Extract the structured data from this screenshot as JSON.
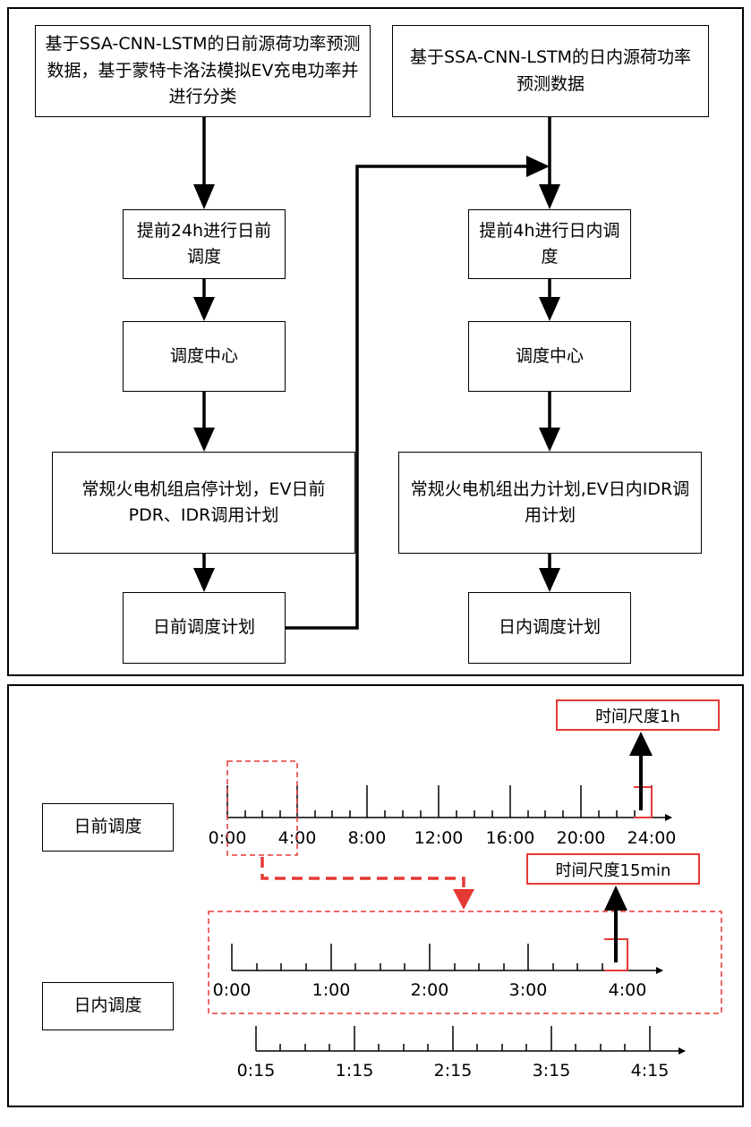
{
  "flowchart": {
    "day_ahead": {
      "input": "基于SSA-CNN-LSTM的日前源荷功率预测数据，基于蒙特卡洛法模拟EV充电功率并进行分类",
      "schedule_24h": "提前24h进行日前调度",
      "center": "调度中心",
      "plan_detail": "常规火电机组启停计划，EV日前PDR、IDR调用计划",
      "plan": "日前调度计划"
    },
    "intraday": {
      "input": "基于SSA-CNN-LSTM的日内源荷功率预测数据",
      "schedule_4h": "提前4h进行日内调度",
      "center": "调度中心",
      "plan_detail": "常规火电机组出力计划,EV日内IDR调用计划",
      "plan": "日内调度计划"
    }
  },
  "timeline": {
    "day_ahead_label": "日前调度",
    "intraday_label": "日内调度",
    "scale_1h": "时间尺度1h",
    "scale_15min": "时间尺度15min",
    "day_ahead_ticks": [
      "0:00",
      "4:00",
      "8:00",
      "12:00",
      "16:00",
      "20:00",
      "24:00"
    ],
    "intraday_ticks_a": [
      "0:00",
      "1:00",
      "2:00",
      "3:00",
      "4:00"
    ],
    "intraday_ticks_b": [
      "0:15",
      "1:15",
      "2:15",
      "3:15",
      "4:15"
    ]
  },
  "colors": {
    "line": "#000000",
    "highlight": "#e53935"
  }
}
